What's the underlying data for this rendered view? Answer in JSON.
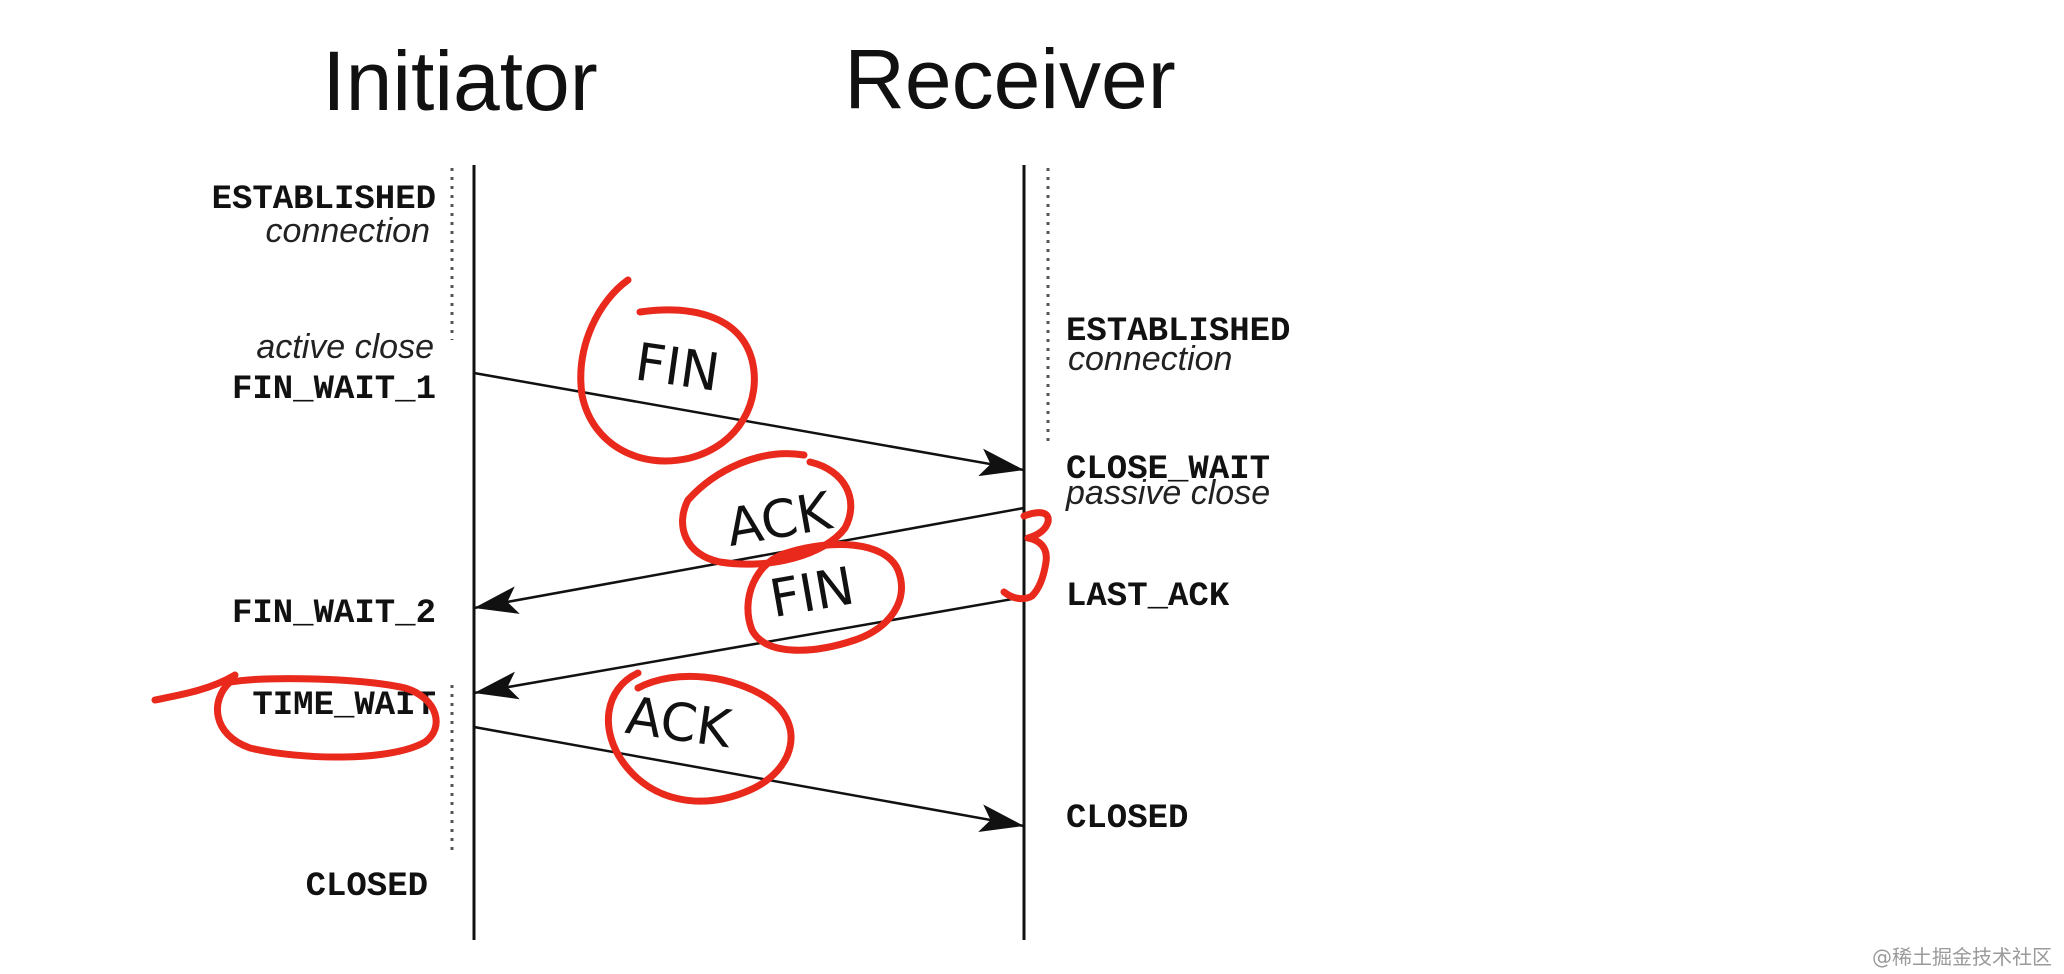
{
  "diagram": {
    "initiator_title": "Initiator",
    "receiver_title": "Receiver",
    "initiator_states": {
      "established": "ESTABLISHED",
      "established_note": "connection",
      "active_close": "active close",
      "fin_wait_1": "FIN_WAIT_1",
      "fin_wait_2": "FIN_WAIT_2",
      "time_wait": "TIME_WAIT",
      "closed": "CLOSED"
    },
    "receiver_states": {
      "established": "ESTABLISHED",
      "established_note": "connection",
      "close_wait": "CLOSE_WAIT",
      "passive_close": "passive close",
      "last_ack": "LAST_ACK",
      "closed": "CLOSED"
    },
    "messages": {
      "fin_1": "FIN",
      "ack_1": "ACK",
      "fin_2": "FIN",
      "ack_2": "ACK"
    },
    "annotations": {
      "handwritten_number": "3"
    }
  },
  "watermark": "@稀土掘金技术社区",
  "colors": {
    "ink": "#e8291c",
    "line": "#111111"
  }
}
